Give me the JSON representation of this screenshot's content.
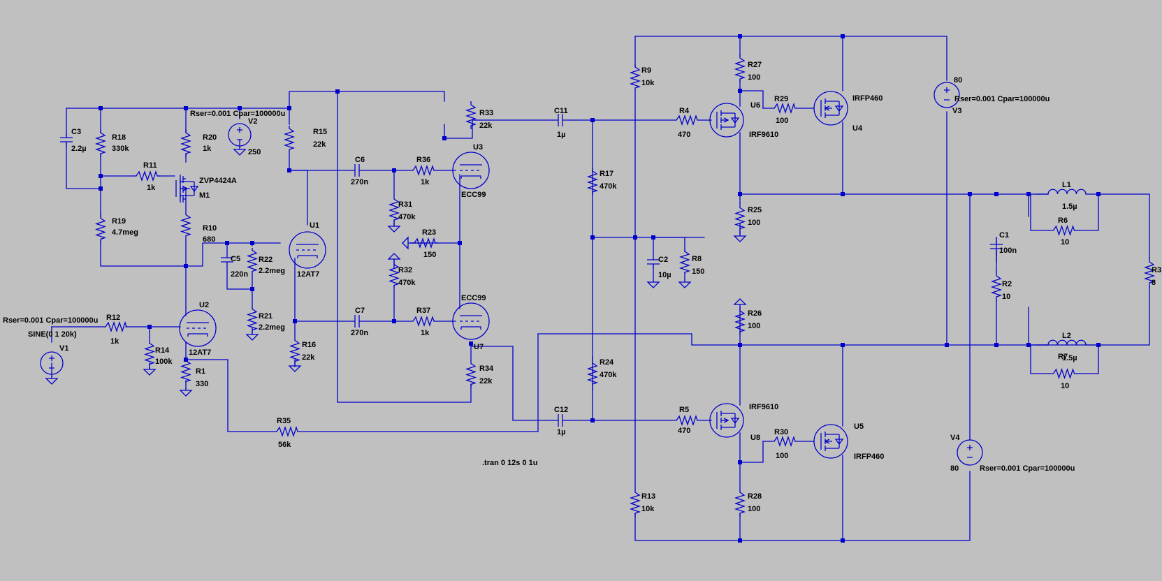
{
  "components": [
    {
      "id": "R18",
      "ref": "R18",
      "value": "330k"
    },
    {
      "id": "R19",
      "ref": "R19",
      "value": "4.7meg"
    },
    {
      "id": "R20",
      "ref": "R20",
      "value": "1k"
    },
    {
      "id": "R10",
      "ref": "R10",
      "value": "680"
    },
    {
      "id": "R11",
      "ref": "R11",
      "value": "1k"
    },
    {
      "id": "R12",
      "ref": "R12",
      "value": "1k"
    },
    {
      "id": "R14",
      "ref": "R14",
      "value": "100k"
    },
    {
      "id": "R1",
      "ref": "R1",
      "value": "330"
    },
    {
      "id": "R15",
      "ref": "R15",
      "value": "22k"
    },
    {
      "id": "R16",
      "ref": "R16",
      "value": "22k"
    },
    {
      "id": "R21",
      "ref": "R21",
      "value": "2.2meg"
    },
    {
      "id": "R22",
      "ref": "R22",
      "value": "2.2meg"
    },
    {
      "id": "R31",
      "ref": "R31",
      "value": "470k"
    },
    {
      "id": "R32",
      "ref": "R32",
      "value": "470k"
    },
    {
      "id": "R23",
      "ref": "R23",
      "value": "150"
    },
    {
      "id": "R33",
      "ref": "R33",
      "value": "22k"
    },
    {
      "id": "R34",
      "ref": "R34",
      "value": "22k"
    },
    {
      "id": "R36",
      "ref": "R36",
      "value": "1k"
    },
    {
      "id": "R37",
      "ref": "R37",
      "value": "1k"
    },
    {
      "id": "R35",
      "ref": "R35",
      "value": "56k"
    },
    {
      "id": "R17",
      "ref": "R17",
      "value": "470k"
    },
    {
      "id": "R24",
      "ref": "R24",
      "value": "470k"
    },
    {
      "id": "R9",
      "ref": "R9",
      "value": "10k"
    },
    {
      "id": "R13",
      "ref": "R13",
      "value": "10k"
    },
    {
      "id": "R8",
      "ref": "R8",
      "value": "150"
    },
    {
      "id": "R4",
      "ref": "R4",
      "value": "470"
    },
    {
      "id": "R5",
      "ref": "R5",
      "value": "470"
    },
    {
      "id": "R27",
      "ref": "R27",
      "value": "100"
    },
    {
      "id": "R25",
      "ref": "R25",
      "value": "100"
    },
    {
      "id": "R26",
      "ref": "R26",
      "value": "100"
    },
    {
      "id": "R28",
      "ref": "R28",
      "value": "100"
    },
    {
      "id": "R29",
      "ref": "R29",
      "value": "100"
    },
    {
      "id": "R30",
      "ref": "R30",
      "value": "100"
    },
    {
      "id": "R6",
      "ref": "R6",
      "value": "10"
    },
    {
      "id": "R7",
      "ref": "R7",
      "value": "10"
    },
    {
      "id": "R2",
      "ref": "R2",
      "value": "10"
    },
    {
      "id": "R3",
      "ref": "R3",
      "value": "8"
    },
    {
      "id": "C3",
      "ref": "C3",
      "value": "2.2µ"
    },
    {
      "id": "C5",
      "ref": "C5",
      "value": "220n"
    },
    {
      "id": "C6",
      "ref": "C6",
      "value": "270n"
    },
    {
      "id": "C7",
      "ref": "C7",
      "value": "270n"
    },
    {
      "id": "C11",
      "ref": "C11",
      "value": "1µ"
    },
    {
      "id": "C12",
      "ref": "C12",
      "value": "1µ"
    },
    {
      "id": "C2",
      "ref": "C2",
      "value": "10µ"
    },
    {
      "id": "C1",
      "ref": "C1",
      "value": "100n"
    },
    {
      "id": "L1",
      "ref": "L1",
      "value": "1.5µ"
    },
    {
      "id": "L2",
      "ref": "L2",
      "value": "1.5µ"
    },
    {
      "id": "U1",
      "ref": "U1",
      "value": "12AT7"
    },
    {
      "id": "U2",
      "ref": "U2",
      "value": "12AT7"
    },
    {
      "id": "U3",
      "ref": "U3",
      "value": "ECC99"
    },
    {
      "id": "U7",
      "ref": "U7",
      "value": "ECC99"
    },
    {
      "id": "M1",
      "ref": "M1",
      "value": "ZVP4424A"
    },
    {
      "id": "U6",
      "ref": "U6",
      "value": "IRF9610"
    },
    {
      "id": "U8",
      "ref": "U8",
      "value": "IRF9610"
    },
    {
      "id": "U4",
      "ref": "U4",
      "value": "IRFP460"
    },
    {
      "id": "U5",
      "ref": "U5",
      "value": "IRFP460"
    },
    {
      "id": "V1",
      "ref": "V1",
      "value": "SINE(0 1 20k)",
      "param": "Rser=0.001 Cpar=100000u"
    },
    {
      "id": "V2",
      "ref": "V2",
      "value": "250",
      "param": "Rser=0.001 Cpar=100000u"
    },
    {
      "id": "V3",
      "ref": "V3",
      "value": "80",
      "param": "Rser=0.001 Cpar=100000u"
    },
    {
      "id": "V4",
      "ref": "V4",
      "value": "80",
      "param": "Rser=0.001 Cpar=100000u"
    }
  ],
  "directive": ".tran 0 12s 0 1u"
}
